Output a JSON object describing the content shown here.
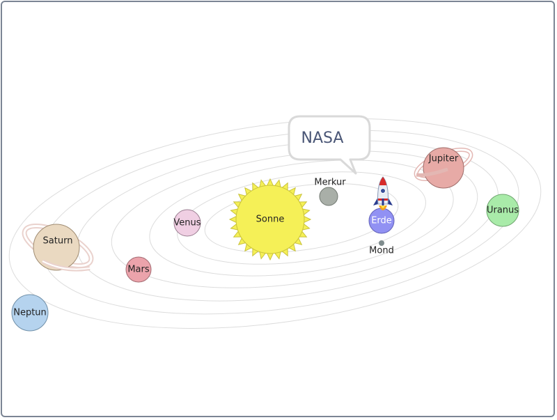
{
  "bubble": {
    "text": "NASA"
  },
  "bodies": {
    "sun": "Sonne",
    "mercury": "Merkur",
    "venus": "Venus",
    "earth": "Erde",
    "moon": "Mond",
    "mars": "Mars",
    "jupiter": "Jupiter",
    "saturn": "Saturn",
    "uranus": "Uranus",
    "neptune": "Neptun"
  },
  "colors": {
    "sun": "#f5f057",
    "mercury": "#a9afa8",
    "venus": "#f0cfe3",
    "earth": "#9191f3",
    "moon": "#7f8c8d",
    "mars": "#eba3ab",
    "jupiter": "#e7aaa6",
    "saturn": "#ead9c1",
    "uranus": "#a9eba9",
    "neptune": "#b5d3ee",
    "orbit": "#d8d8d8"
  }
}
